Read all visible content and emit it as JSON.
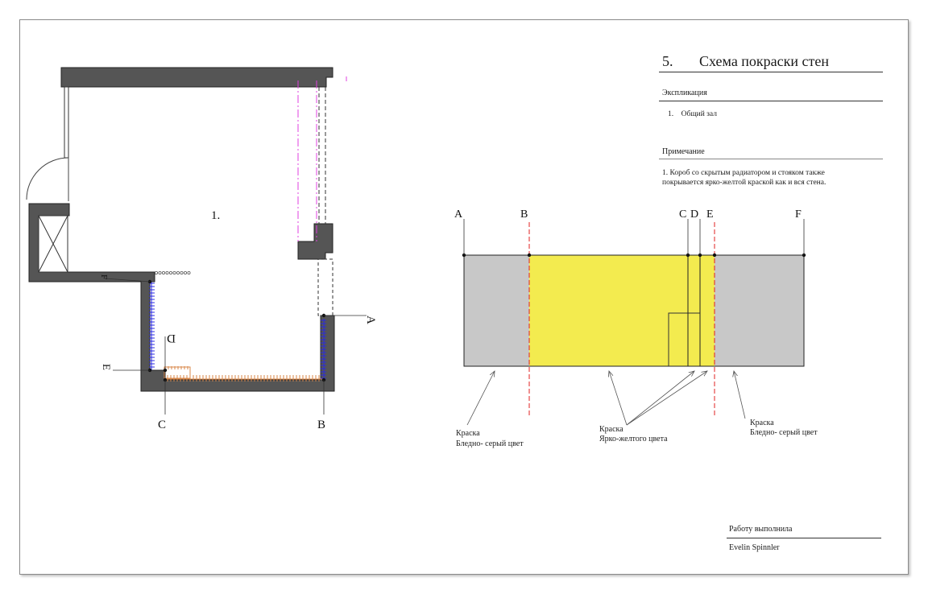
{
  "title": {
    "number": "5.",
    "text": "Схема покраски стен"
  },
  "explication": {
    "heading": "Экспликация",
    "items": [
      {
        "number": "1.",
        "label": "Общий зал"
      }
    ]
  },
  "note": {
    "heading": "Примечание",
    "lines": [
      "1.  Короб со скрытым радиатором и стояком также",
      "покрывается ярко-желтой краской как и вся стена."
    ]
  },
  "plan": {
    "room_label": "1.",
    "points": {
      "A": "A",
      "B": "B",
      "C": "C",
      "D": "D",
      "E": "E",
      "F": "F"
    }
  },
  "elevation": {
    "points": [
      "A",
      "B",
      "C",
      "D",
      "E",
      "F"
    ],
    "callouts": {
      "left": [
        "Краска",
        "Бледно- серый цвет"
      ],
      "middle": [
        "Краска",
        "Ярко-желтого цвета"
      ],
      "right": [
        "Краска",
        "Бледно- серый цвет"
      ]
    },
    "colors": {
      "grey": "#c8c8c8",
      "yellow": "#f3eb4f",
      "red_dash": "#e02020",
      "wall": "#555555"
    }
  },
  "author": {
    "heading": "Работу выполнила",
    "name": "Evelin Spinnler"
  }
}
